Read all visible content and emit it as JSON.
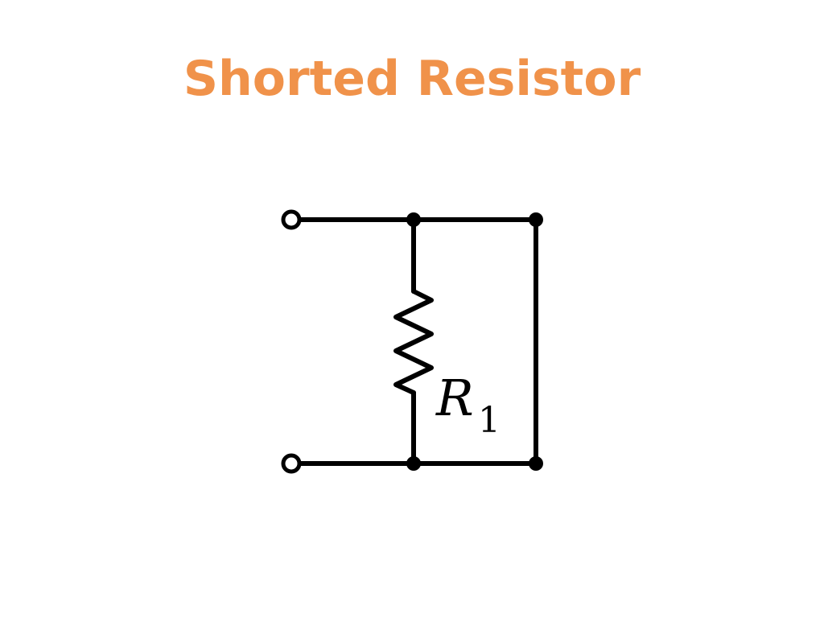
{
  "title": "Shorted Resistor",
  "colors": {
    "title": "#F0924A",
    "wire": "#000000",
    "background": "#FFFFFF"
  },
  "resistor_label": {
    "symbol": "R",
    "subscript": "1"
  },
  "icons": {
    "resistor": "resistor-zigzag-icon",
    "terminal": "open-circle-terminal-icon",
    "node": "filled-dot-junction-icon"
  }
}
